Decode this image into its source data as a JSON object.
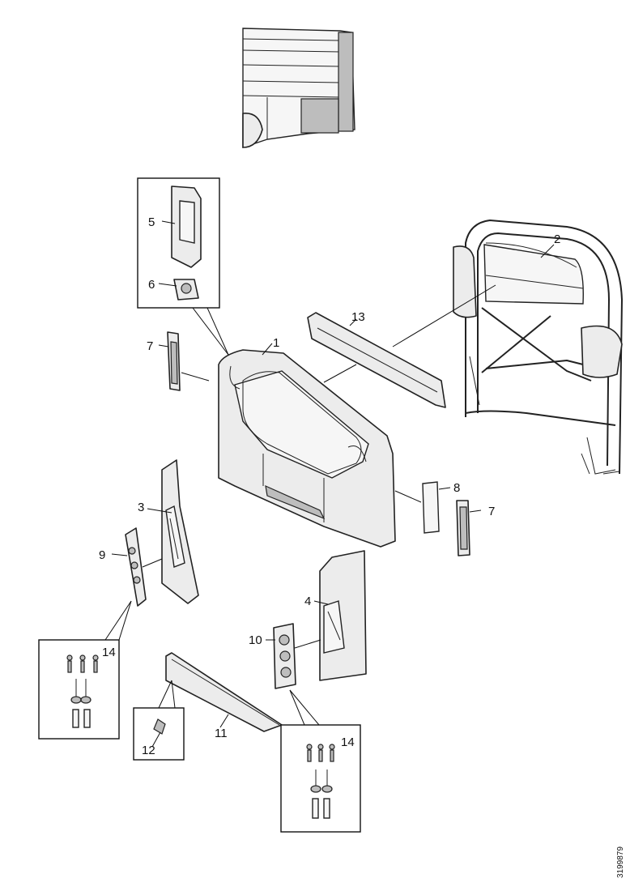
{
  "diagram": {
    "callouts": [
      "1",
      "2",
      "3",
      "4",
      "5",
      "6",
      "7",
      "7",
      "8",
      "9",
      "10",
      "11",
      "12",
      "13",
      "14",
      "14"
    ],
    "document_id": "3199879"
  },
  "colors": {
    "line": "#222222",
    "part_fill": "#ececec",
    "background": "#ffffff"
  }
}
